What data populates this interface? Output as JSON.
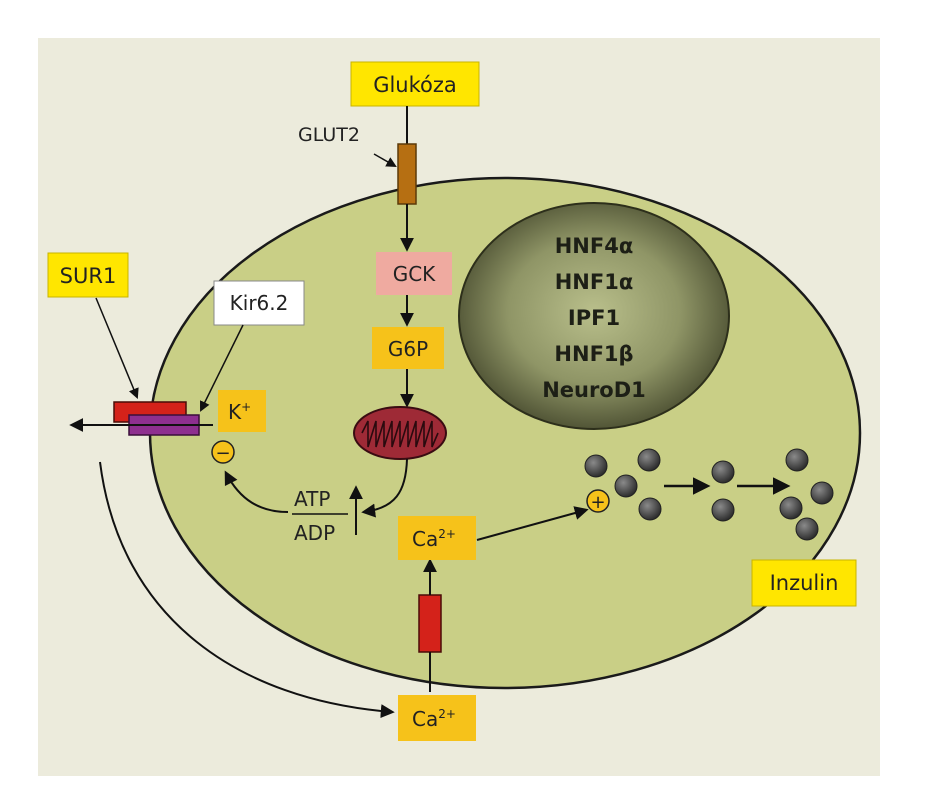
{
  "labels": {
    "glucose": "Glukóza",
    "glut2": "GLUT2",
    "gck": "GCK",
    "g6p": "G6P",
    "sur1": "SUR1",
    "kir62": "Kir6.2",
    "k_base": "K",
    "k_sup": "+",
    "minus": "−",
    "plus": "+",
    "atp": "ATP",
    "adp": "ADP",
    "ca_base": "Ca",
    "ca_sup": "2+",
    "insulin": "Inzulin"
  },
  "nucleus": {
    "factors": [
      "HNF4α",
      "HNF1α",
      "IPF1",
      "HNF1β",
      "NeuroD1"
    ]
  },
  "colors": {
    "background_panel": "#ecebdc",
    "cell_fill": "#c9cf86",
    "cell_outline": "#1a1a1a",
    "label_yellow": "#ffe600",
    "gck_pink": "#efaaa0",
    "g6p_orange": "#f6c21a",
    "nucleus_center": "#b6bc88",
    "nucleus_edge": "#3e4127",
    "mitochondrion": "#9e2a36",
    "channel_red": "#d4221a",
    "channel_purple": "#8e2f8f",
    "glut2_brown": "#b66f12",
    "granule": "#4a4a4a"
  }
}
